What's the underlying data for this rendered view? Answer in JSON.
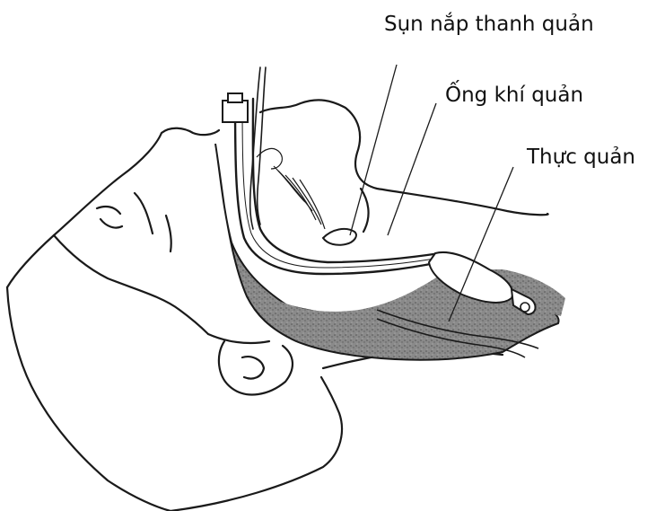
{
  "labels": {
    "epiglottis": "Sụn nắp thanh quản",
    "trachea": "Ống khí quản",
    "esophagus": "Thực quản"
  },
  "colors": {
    "ink": "#1a1a1a",
    "tissue_shade": "#6e6e6e",
    "background": "#ffffff"
  }
}
